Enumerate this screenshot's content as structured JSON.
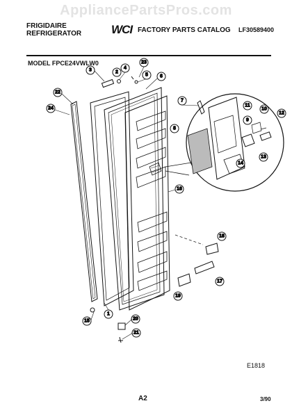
{
  "watermark": "AppliancePartsPros.com",
  "header": {
    "brand_line1": "FRIGIDAIRE",
    "brand_line2": "REFRIGERATOR",
    "logo": "WCI",
    "catalog_title": "FACTORY PARTS CATALOG",
    "catalog_number": "LF30589400"
  },
  "model_label": "MODEL FPCE24VWLW0",
  "figure_code": "E1818",
  "page_number": "A2",
  "date": "3/90",
  "callouts": [
    "1",
    "2",
    "3",
    "4",
    "5",
    "6",
    "7",
    "8",
    "9",
    "10",
    "11",
    "12",
    "13",
    "14",
    "15",
    "16",
    "17",
    "18",
    "19",
    "20",
    "21",
    "22",
    "23",
    "24"
  ]
}
